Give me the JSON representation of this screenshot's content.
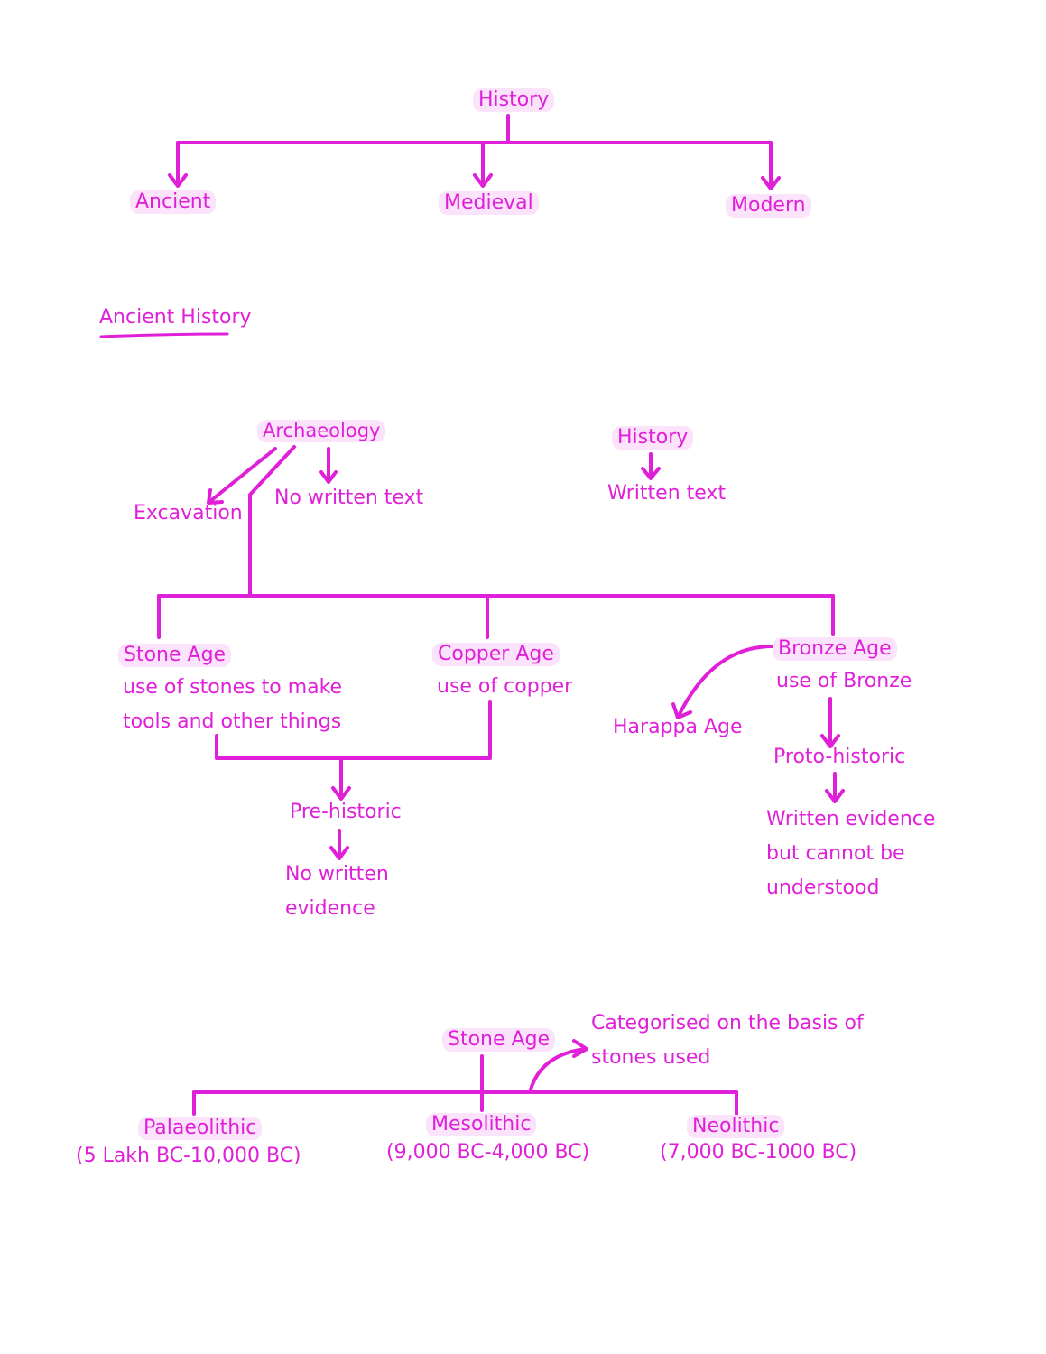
{
  "colors": {
    "ink": "#e020d8",
    "highlight": "#fbe4fb",
    "background": "#ffffff"
  },
  "top": {
    "root": "History",
    "ancient": "Ancient",
    "medieval": "Medieval",
    "modern": "Modern"
  },
  "ancient_heading": "Ancient History",
  "sources": {
    "archaeology": "Archaeology",
    "excavation": "Excavation",
    "no_written_text": "No written text",
    "history": "History",
    "written_text": "Written text"
  },
  "ages": {
    "stone_title": "Stone Age",
    "stone_desc_1": "use of stones to make",
    "stone_desc_2": "tools and other things",
    "copper_title": "Copper Age",
    "copper_desc": "use of copper",
    "bronze_title": "Bronze Age",
    "bronze_desc": "use of Bronze",
    "harappa": "Harappa Age",
    "proto_historic": "Proto-historic",
    "proto_desc_1": "Written evidence",
    "proto_desc_2": "but cannot be",
    "proto_desc_3": "understood",
    "pre_historic": "Pre-historic",
    "pre_desc_1": "No written",
    "pre_desc_2": "evidence"
  },
  "stone_age": {
    "title": "Stone Age",
    "note_1": "Categorised on the basis of",
    "note_2": "stones used",
    "palaeolithic": "Palaeolithic",
    "palaeolithic_range": "(5 Lakh BC-10,000 BC)",
    "mesolithic": "Mesolithic",
    "mesolithic_range": "(9,000 BC-4,000 BC)",
    "neolithic": "Neolithic",
    "neolithic_range": "(7,000 BC-1000 BC)"
  }
}
